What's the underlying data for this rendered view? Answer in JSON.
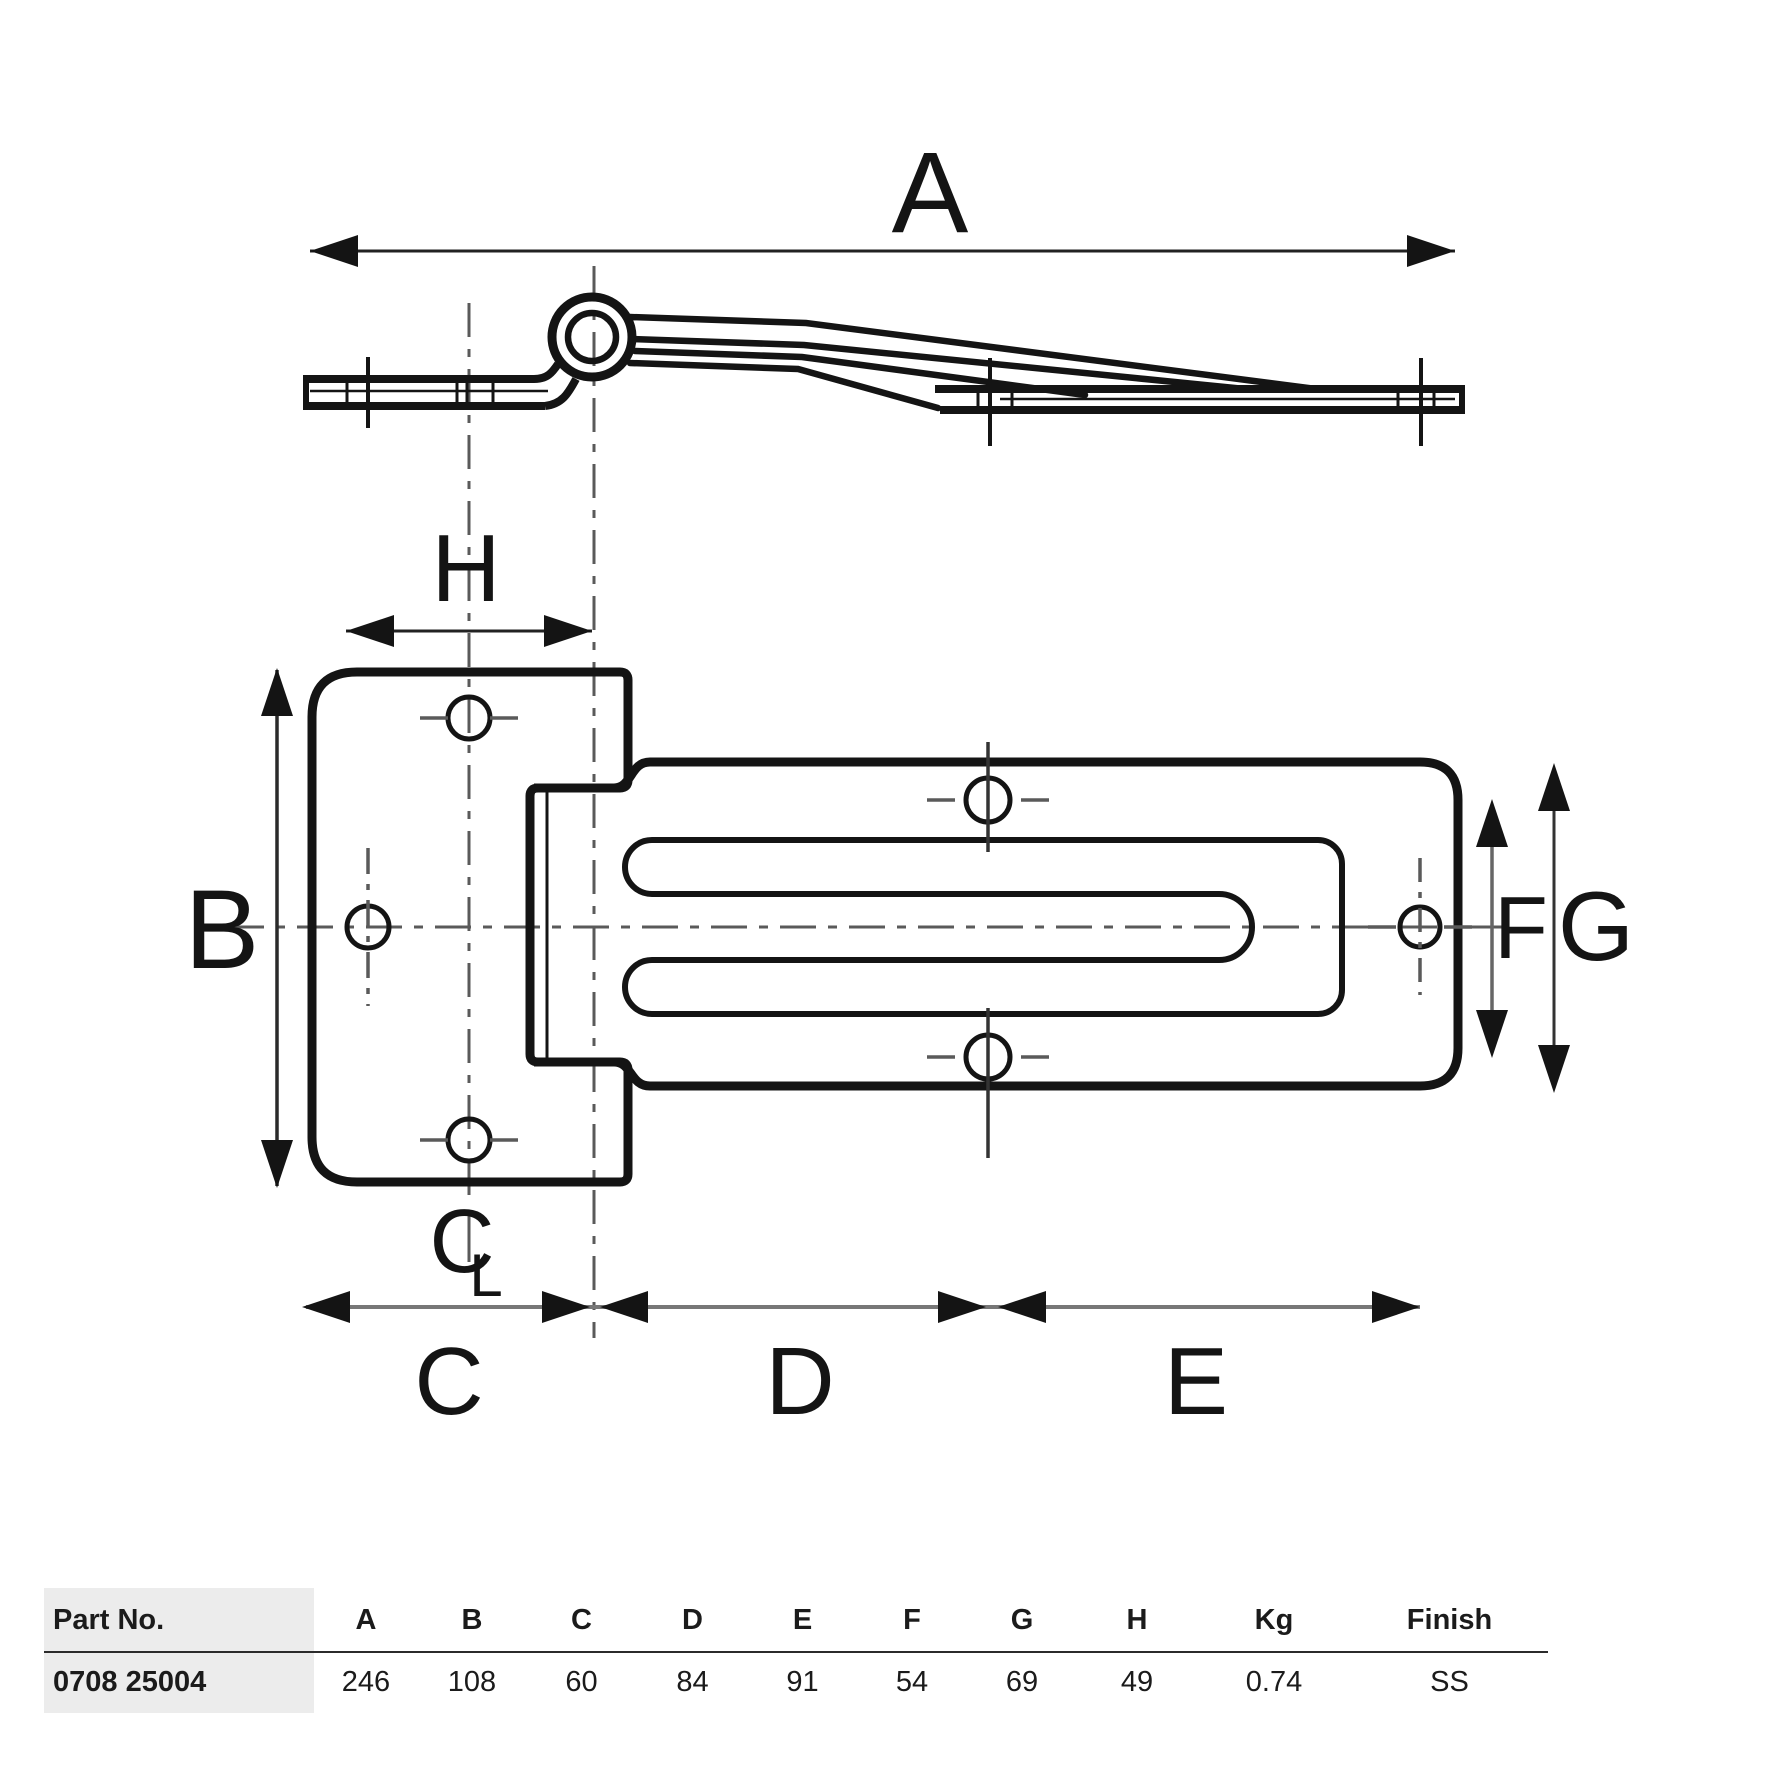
{
  "drawing": {
    "dim_labels": {
      "a": "A",
      "b": "B",
      "c": "C",
      "d": "D",
      "e": "E",
      "f": "F",
      "g": "G",
      "h": "H"
    },
    "centerline_symbol": {
      "c": "C",
      "l": "L"
    }
  },
  "table": {
    "headers": [
      "Part No.",
      "A",
      "B",
      "C",
      "D",
      "E",
      "F",
      "G",
      "H",
      "Kg",
      "Finish"
    ],
    "row": [
      "0708 25004",
      "246",
      "108",
      "60",
      "84",
      "91",
      "54",
      "69",
      "49",
      "0.74",
      "SS"
    ]
  },
  "colors": {
    "line": "#141414",
    "centerline": "#5a5a5a",
    "dim_line": "#777777",
    "table_part_bg": "#ececec",
    "background": "#ffffff"
  }
}
